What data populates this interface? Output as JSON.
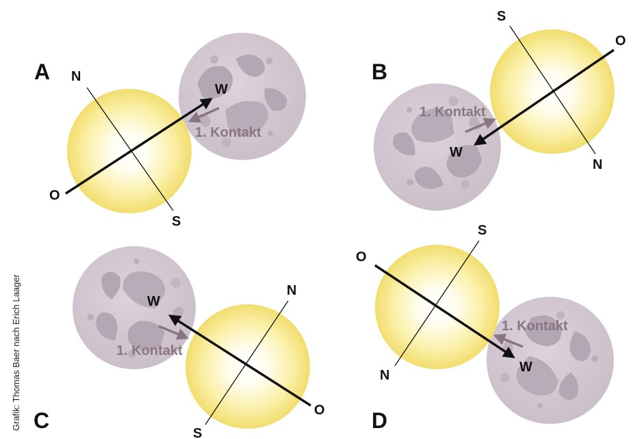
{
  "credit": "Grafik: Thomas Baer nach Erich Laager",
  "panels": [
    {
      "letter": "A",
      "north": "N",
      "south": "S",
      "east": "O",
      "west": "W",
      "contact": "1. Kontakt"
    },
    {
      "letter": "B",
      "north": "N",
      "south": "S",
      "east": "O",
      "west": "W",
      "contact": "1. Kontakt"
    },
    {
      "letter": "C",
      "north": "N",
      "south": "S",
      "east": "O",
      "west": "W",
      "contact": "1. Kontakt"
    },
    {
      "letter": "D",
      "north": "N",
      "south": "S",
      "east": "O",
      "west": "W",
      "contact": "1. Kontakt"
    }
  ],
  "colors": {
    "sun_center": "#ffffff",
    "sun_edge": "#f3e27a",
    "moon_fill": "#d5cbd3",
    "moon_maria": "#b4a7b3",
    "contact_arrow": "#8a7582",
    "main_arrow": "#111111",
    "axis_line": "#111111"
  }
}
